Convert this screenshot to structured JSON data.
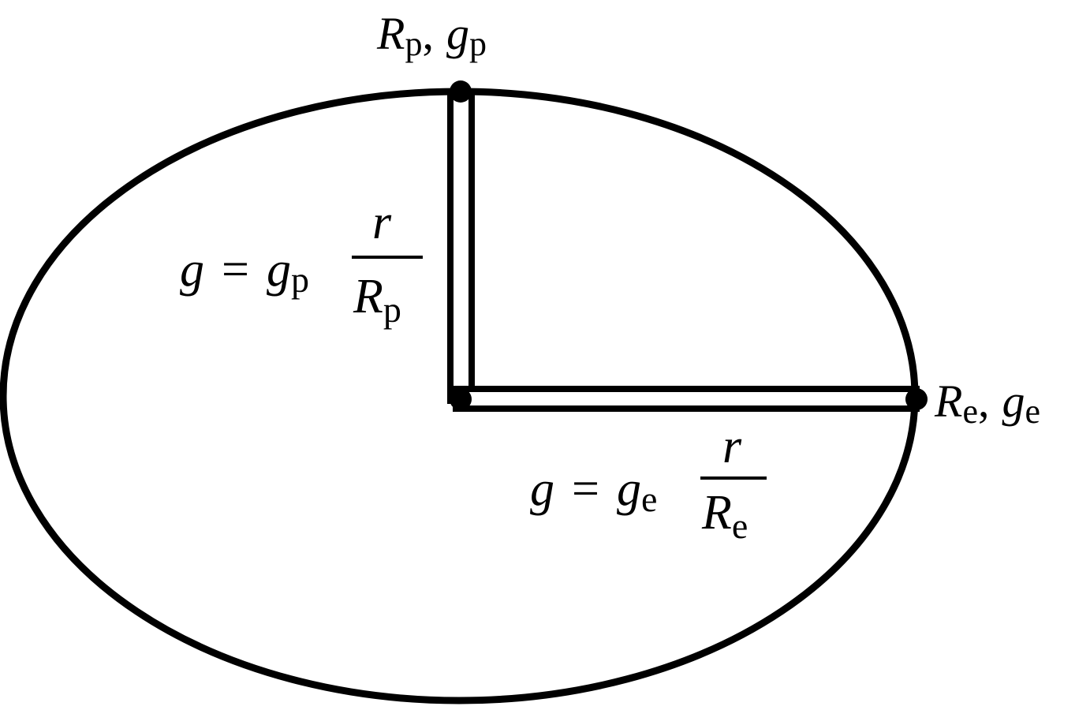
{
  "colors": {
    "stroke": "#000000",
    "background": "#ffffff"
  },
  "polar_point": {
    "label_R": "R",
    "label_R_sub": "p",
    "separator": ",",
    "label_g": "g",
    "label_g_sub": "p"
  },
  "equator_point": {
    "label_R": "R",
    "label_R_sub": "e",
    "separator": ",",
    "label_g": "g",
    "label_g_sub": "e"
  },
  "polar_formula": {
    "lhs": "g",
    "equals": "=",
    "coef": "g",
    "coef_sub": "p",
    "numerator": "r",
    "denominator": "R",
    "denominator_sub": "p"
  },
  "equator_formula": {
    "lhs": "g",
    "equals": "=",
    "coef": "g",
    "coef_sub": "e",
    "numerator": "r",
    "denominator": "R",
    "denominator_sub": "e"
  }
}
